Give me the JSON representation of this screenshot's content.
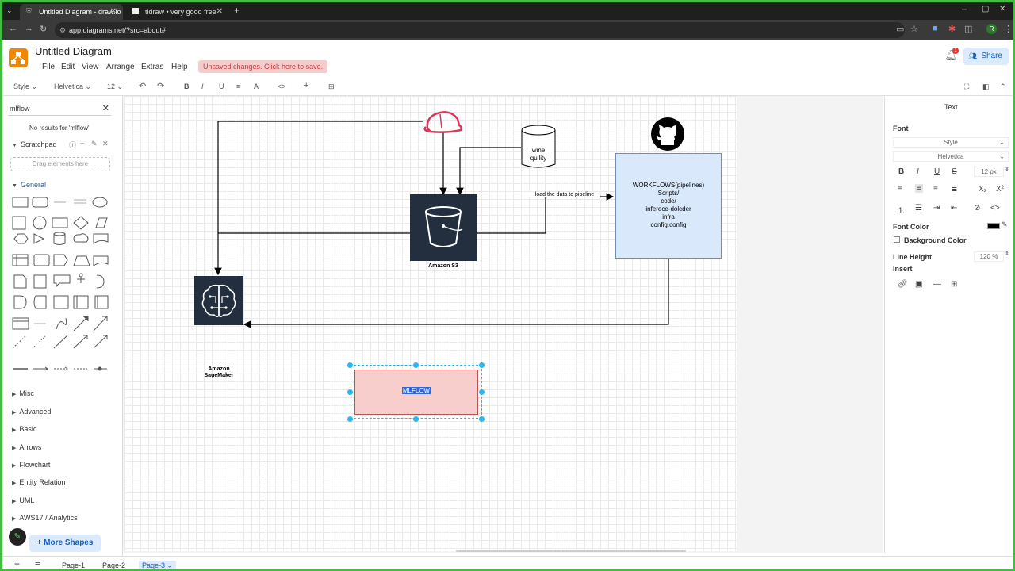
{
  "browser": {
    "tabs": [
      {
        "label": "Untitled Diagram - draw.io",
        "active": true
      },
      {
        "label": "tldraw • very good free whiteb…",
        "active": false
      }
    ],
    "url": "app.diagrams.net/?src=about#"
  },
  "app": {
    "title": "Untitled Diagram",
    "menus": [
      "File",
      "Edit",
      "View",
      "Arrange",
      "Extras",
      "Help"
    ],
    "unsaved": "Unsaved changes. Click here to save.",
    "share": "Share",
    "notif_count": "1"
  },
  "format_toolbar": {
    "style": "Style",
    "font": "Helvetica",
    "size": "12"
  },
  "left": {
    "search_value": "mlflow",
    "no_results": "No results for 'mlflow'",
    "scratchpad": "Scratchpad",
    "drag_here": "Drag elements here",
    "general": "General",
    "sections": [
      "Misc",
      "Advanced",
      "Basic",
      "Arrows",
      "Flowchart",
      "Entity Relation",
      "UML",
      "AWS17 / Analytics"
    ],
    "more_shapes": "+ More Shapes"
  },
  "diagram": {
    "s3_label": "Amazon S3",
    "sagemaker_label": "Amazon\nSageMaker",
    "db_label": "wine\nquility",
    "edge_label": "load the data to pipeline",
    "workflow_lines": [
      "WORKFLOWS(pipelines)",
      "Scripts/",
      "code/",
      "inferece-dolcder",
      "infra",
      "config.config"
    ],
    "mlflow_label": "MLFLOW"
  },
  "right": {
    "tab": "Text",
    "font_heading": "Font",
    "style_select": "Style",
    "font_select": "Helvetica",
    "font_size": "12 px",
    "font_color": "Font Color",
    "font_color_value": "#000000",
    "bg_color": "Background Color",
    "line_height": "Line Height",
    "line_height_value": "120 %",
    "insert": "Insert"
  },
  "pages": [
    {
      "label": "Page-1",
      "active": false
    },
    {
      "label": "Page-2",
      "active": false
    },
    {
      "label": "Page-3",
      "active": true
    }
  ]
}
